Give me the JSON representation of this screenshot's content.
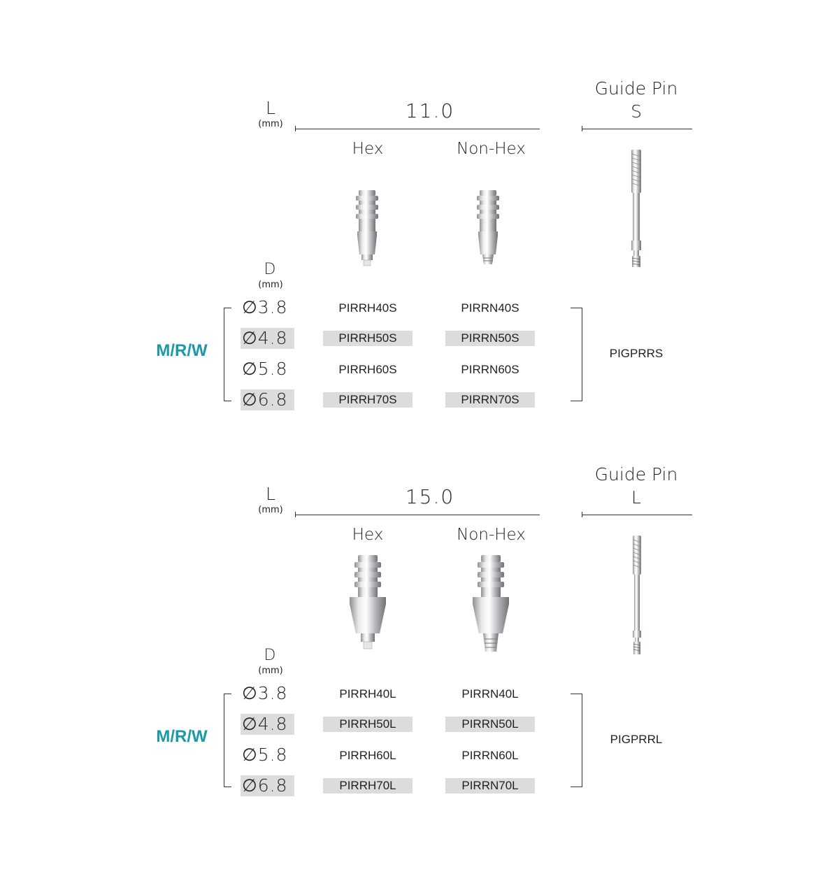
{
  "colors": {
    "accent": "#1a9aa6",
    "row_shade": "#dcdcdd",
    "line": "#333333"
  },
  "sections": [
    {
      "length_label": "L",
      "length_unit": "(mm)",
      "length_value": "11.0",
      "guide_pin_title": "Guide Pin",
      "guide_pin_size": "S",
      "col_hex": "Hex",
      "col_nonhex": "Non-Hex",
      "diameter_label": "D",
      "diameter_unit": "(mm)",
      "platform": "M/R/W",
      "rows": [
        {
          "diameter": "∅3.8",
          "hex": "PIRRH40S",
          "nonhex": "PIRRN40S"
        },
        {
          "diameter": "∅4.8",
          "hex": "PIRRH50S",
          "nonhex": "PIRRN50S"
        },
        {
          "diameter": "∅5.8",
          "hex": "PIRRH60S",
          "nonhex": "PIRRN60S"
        },
        {
          "diameter": "∅6.8",
          "hex": "PIRRH70S",
          "nonhex": "PIRRN70S"
        }
      ],
      "guide_pin_code": "PIGPRRS"
    },
    {
      "length_label": "L",
      "length_unit": "(mm)",
      "length_value": "15.0",
      "guide_pin_title": "Guide Pin",
      "guide_pin_size": "L",
      "col_hex": "Hex",
      "col_nonhex": "Non-Hex",
      "diameter_label": "D",
      "diameter_unit": "(mm)",
      "platform": "M/R/W",
      "rows": [
        {
          "diameter": "∅3.8",
          "hex": "PIRRH40L",
          "nonhex": "PIRRN40L"
        },
        {
          "diameter": "∅4.8",
          "hex": "PIRRH50L",
          "nonhex": "PIRRN50L"
        },
        {
          "diameter": "∅5.8",
          "hex": "PIRRH60L",
          "nonhex": "PIRRN60L"
        },
        {
          "diameter": "∅6.8",
          "hex": "PIRRH70L",
          "nonhex": "PIRRN70L"
        }
      ],
      "guide_pin_code": "PIGPRRL"
    }
  ]
}
